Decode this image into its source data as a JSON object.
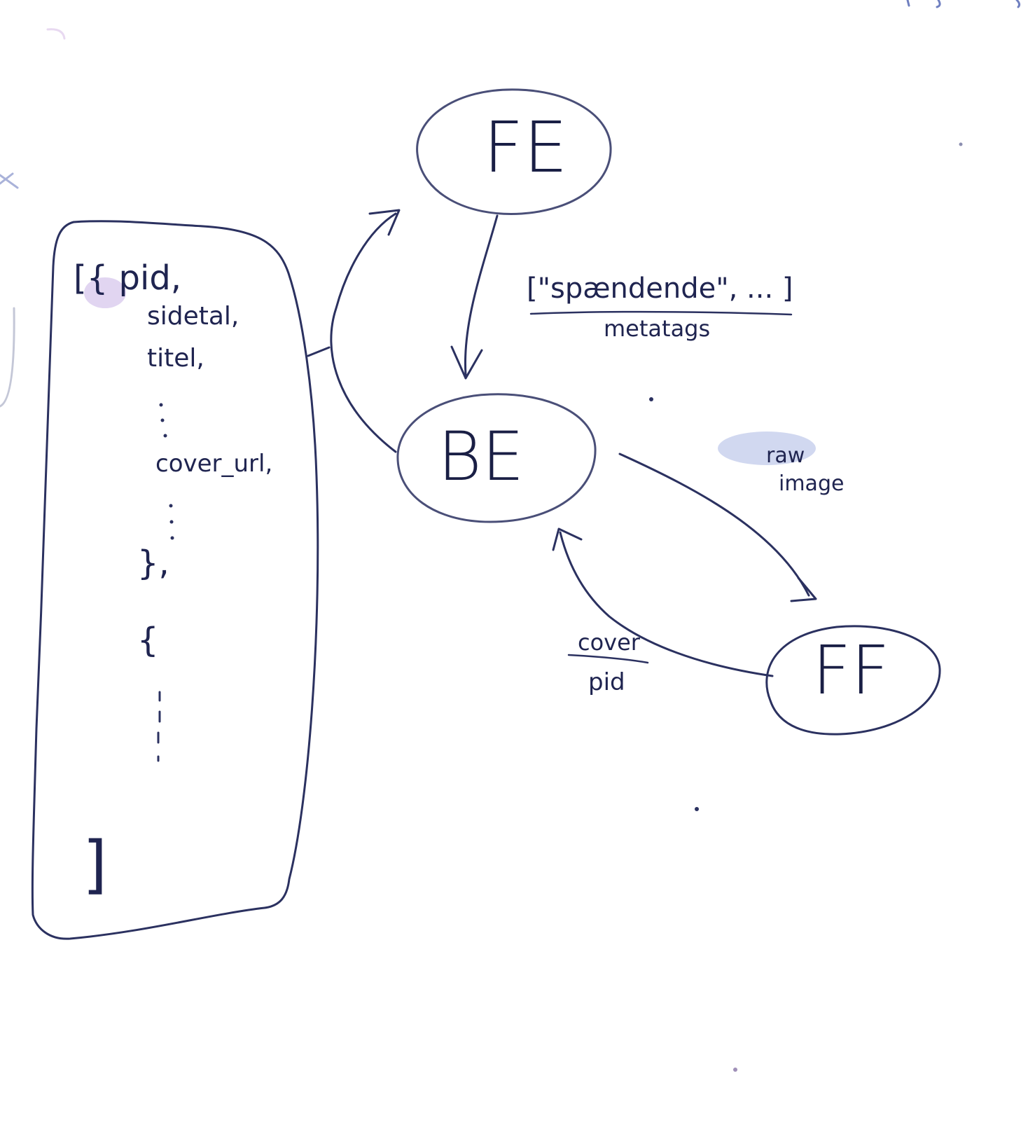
{
  "diagram": {
    "nodes": {
      "fe": {
        "label": "FE"
      },
      "be": {
        "label": "BE"
      },
      "ff": {
        "label": "FF"
      }
    },
    "list_box": {
      "line_pid": "[{ pid,",
      "line_sidetal": "sidetal,",
      "line_titel": "titel,",
      "line_cover_url": "cover_url,",
      "close_object": "},",
      "open_object": "{",
      "close_array": "]"
    },
    "edges": {
      "fe_to_be": {
        "label_top": "[\"spændende\", ... ]",
        "label_bottom": "metatags"
      },
      "be_to_ff": {
        "label_line1": "raw",
        "label_line2": "image"
      },
      "ff_to_be": {
        "label_top": "cover",
        "label_bottom": "pid"
      },
      "be_to_fe": {}
    }
  },
  "colors": {
    "ink_dark": "#1a1f45",
    "ink_mid": "#2b3160",
    "ink_light": "#5a5f86",
    "highlight_purple": "#b69ad8",
    "highlight_blue": "#8fa0d8"
  }
}
